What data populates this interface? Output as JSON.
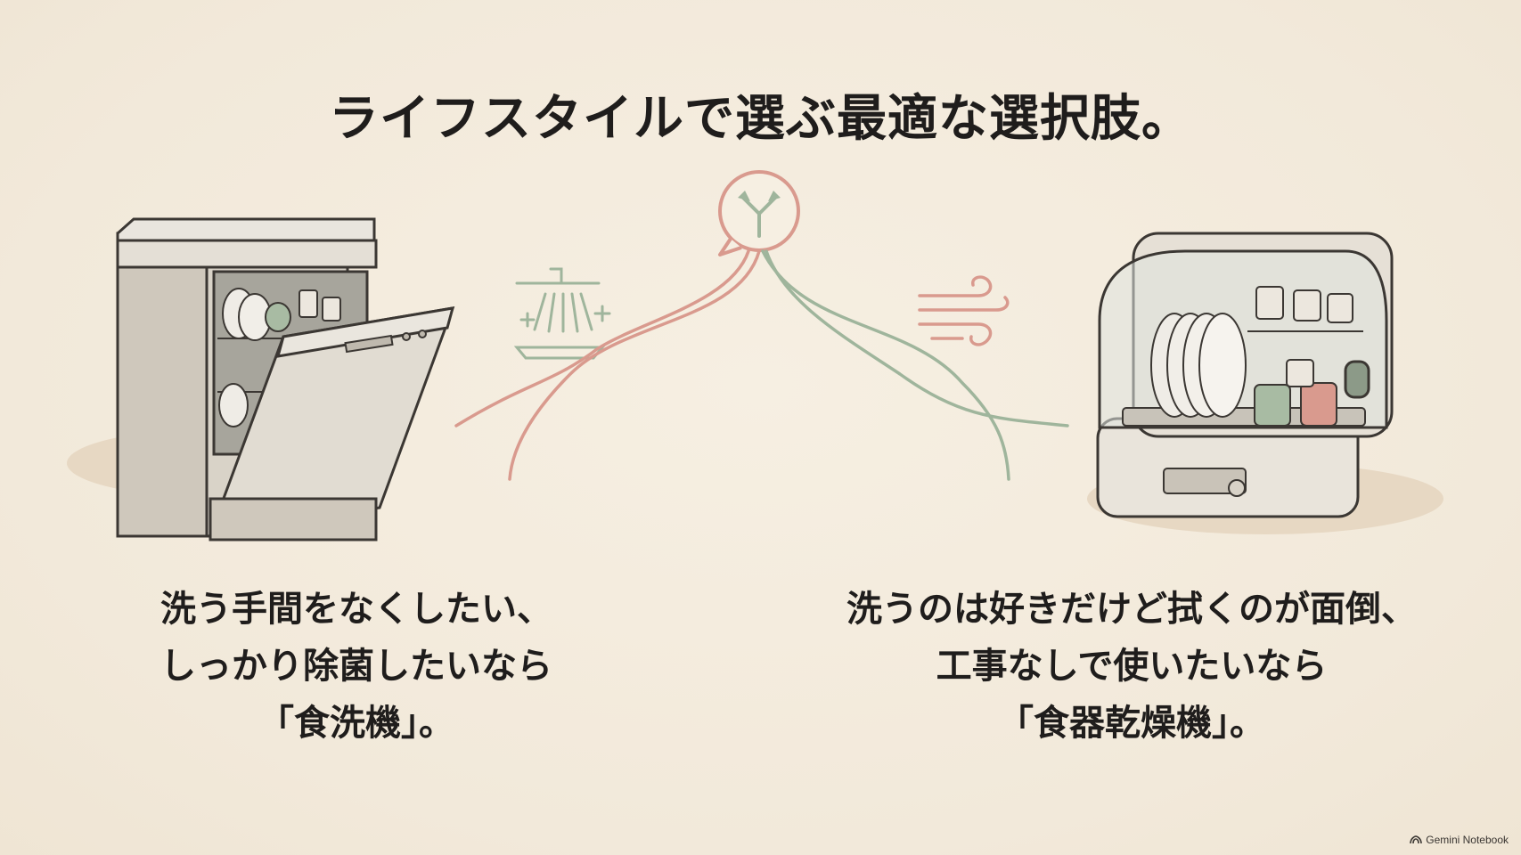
{
  "title": "ライフスタイルで選ぶ最適な選択肢。",
  "left": {
    "lines": [
      "洗う手間をなくしたい、",
      "しっかり除菌したいなら",
      "「食洗機」。"
    ],
    "icon": "dishwasher-illustration"
  },
  "right": {
    "lines": [
      "洗うのは好きだけど拭くのが面倒、",
      "工事なしで使いたいなら",
      "「食器乾燥機」。"
    ],
    "icon": "dish-dryer-illustration"
  },
  "center_icon": "fork-choice-icon",
  "brand": "Gemini Notebook",
  "colors": {
    "background": "#f4ecde",
    "pink": "#d99a8e",
    "green": "#9fb59c",
    "outline": "#3b3733"
  }
}
